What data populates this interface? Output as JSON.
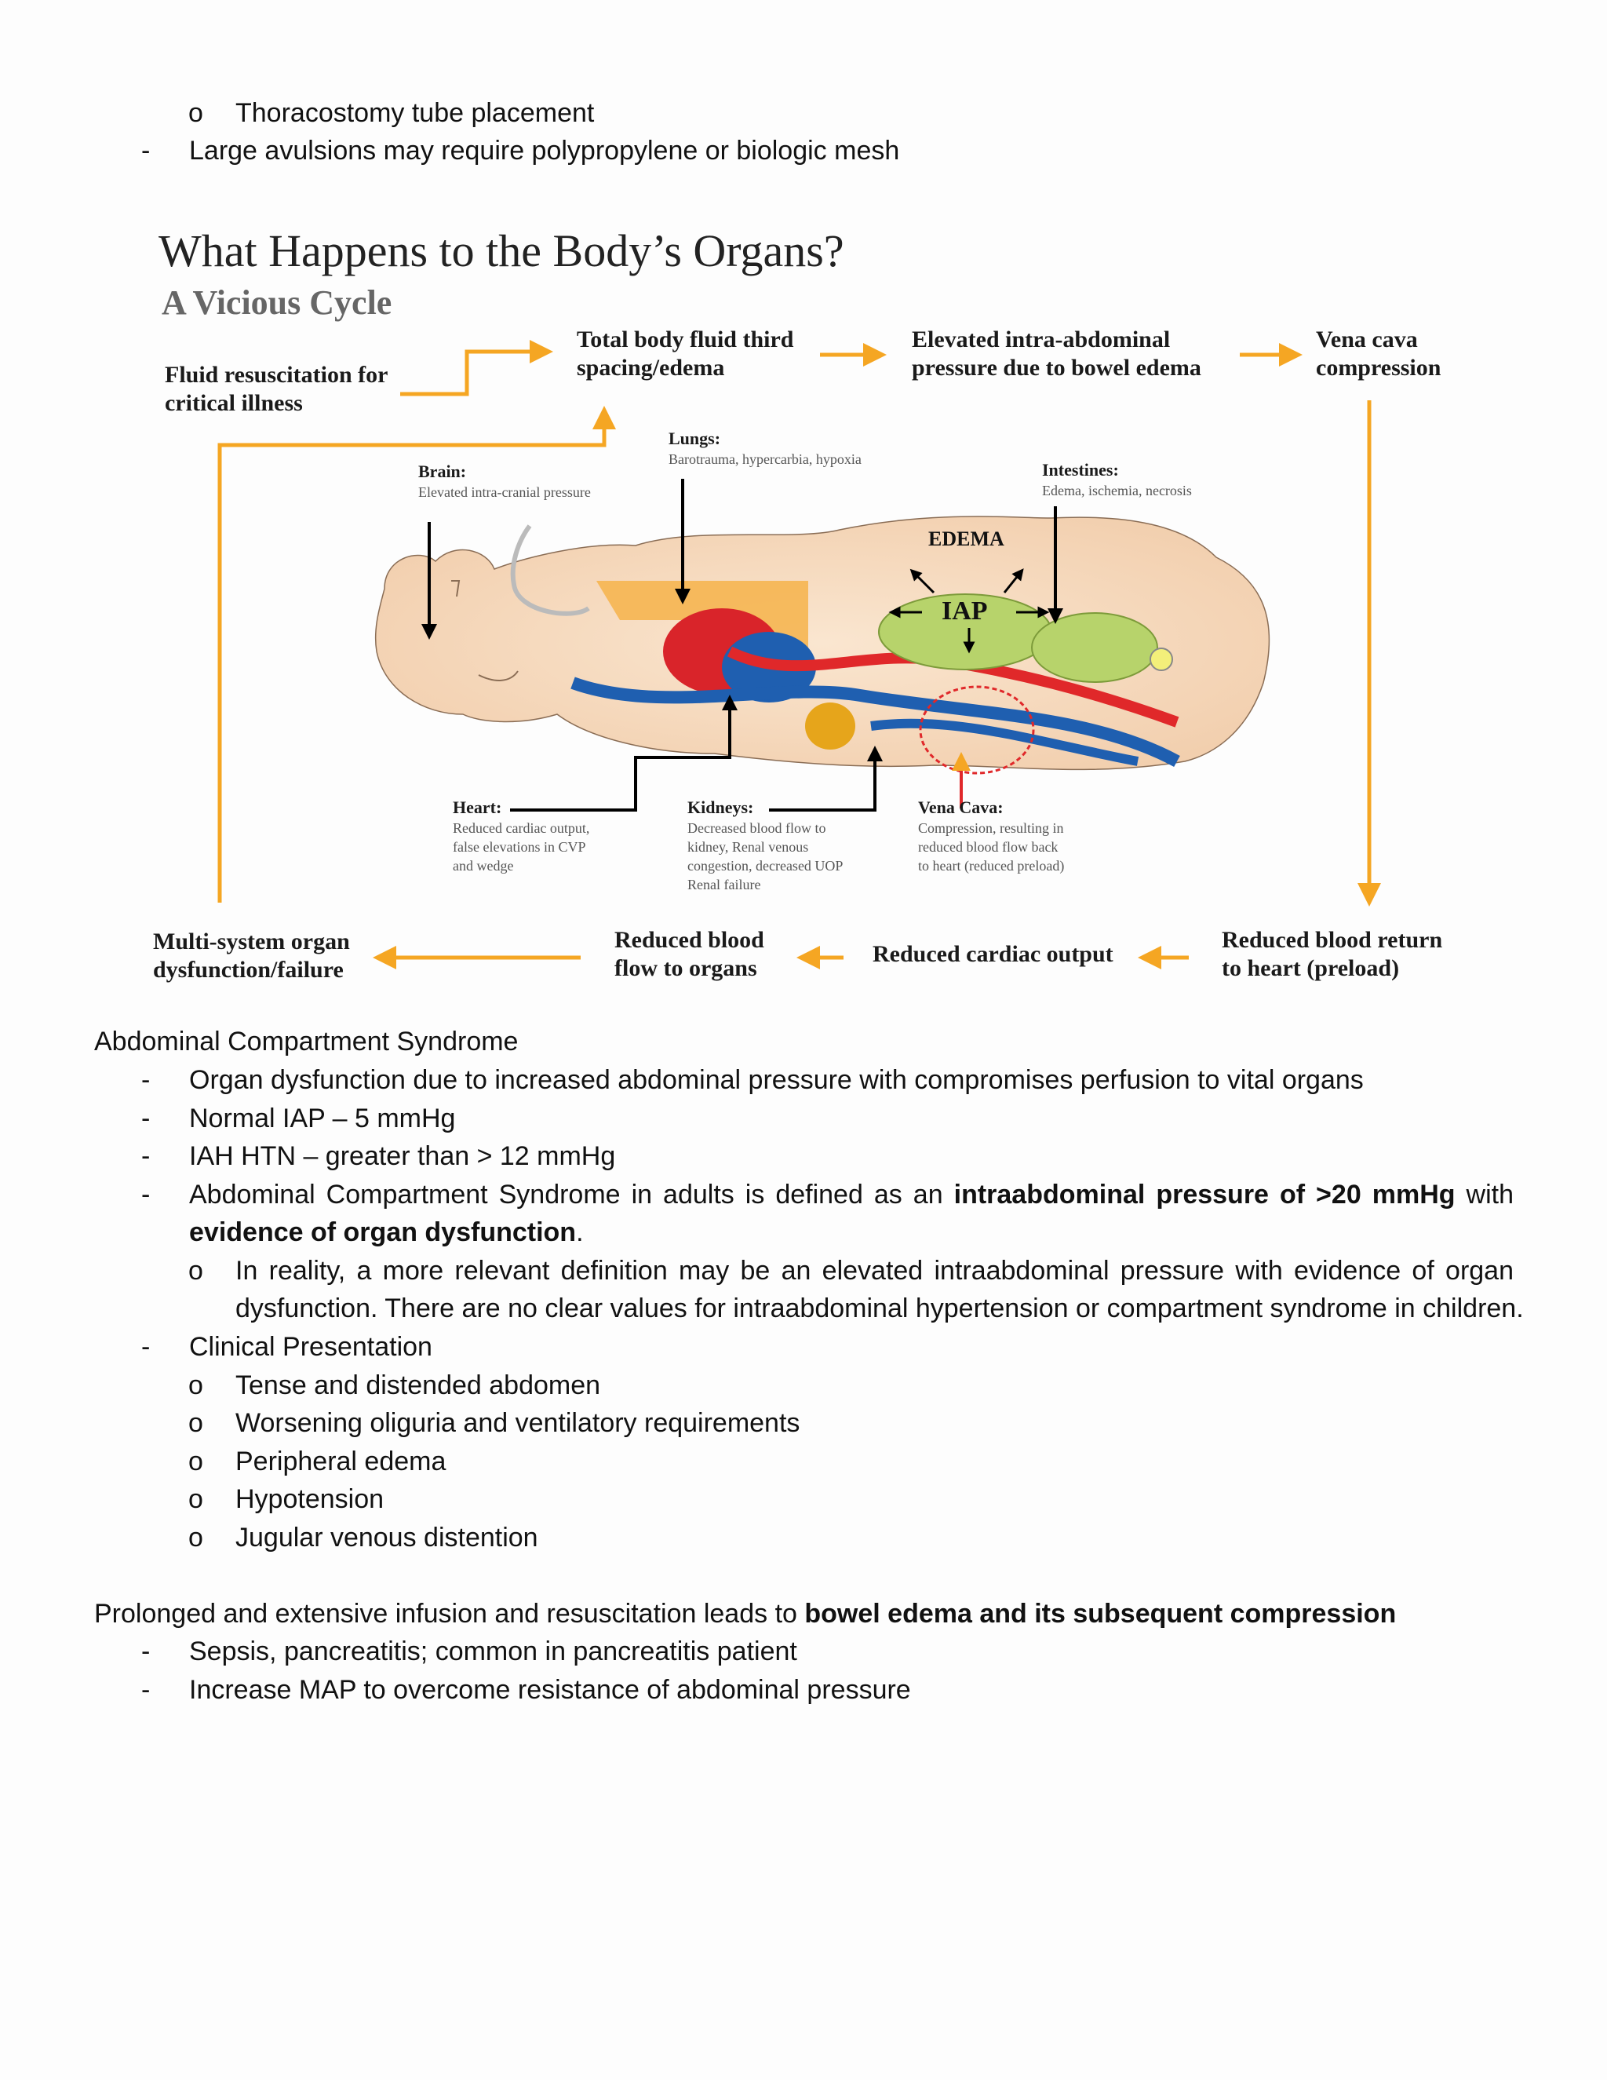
{
  "top": {
    "sub_item": "Thoracostomy tube placement",
    "item": "Large avulsions may require polypropylene or biologic mesh"
  },
  "figure": {
    "title": "What Happens to the Body’s Organs?",
    "subtitle": "A Vicious Cycle",
    "steps": {
      "fluid": "Fluid resuscitation for\ncritical illness",
      "third_spacing": "Total body fluid third\nspacing/edema",
      "iap": "Elevated intra-abdominal\npressure due to bowel edema",
      "vena_cava": "Vena cava\ncompression",
      "preload": "Reduced blood return\nto heart (preload)",
      "cardiac_output": "Reduced cardiac output",
      "blood_flow": "Reduced blood\nflow to organs",
      "mods": "Multi-system organ\ndysfunction/failure"
    },
    "organs": {
      "brain_label": "Brain:",
      "brain_desc": "Elevated intra-cranial pressure",
      "lungs_label": "Lungs:",
      "lungs_desc": "Barotrauma, hypercarbia, hypoxia",
      "intestines_label": "Intestines:",
      "intestines_desc": "Edema, ischemia, necrosis",
      "heart_label": "Heart:",
      "heart_desc": "Reduced cardiac output,\nfalse elevations in CVP\nand wedge",
      "kidneys_label": "Kidneys:",
      "kidneys_desc": "Decreased blood flow to\nkidney, Renal venous\ncongestion, decreased UOP\nRenal failure",
      "vena_label": "Vena Cava:",
      "vena_desc": "Compression, resulting in\nreduced blood flow back\nto heart (reduced preload)"
    },
    "inner": {
      "edema": "EDEMA",
      "iap": "IAP"
    },
    "colors": {
      "arrow": "#f5a623",
      "artery": "#e0282a",
      "vein": "#1f5fb0",
      "skin": "#f7dcc0",
      "bowel": "#b7d36b"
    }
  },
  "acs": {
    "heading": "Abdominal Compartment Syndrome",
    "b1": "Organ dysfunction due to increased abdominal pressure with compromises perfusion to vital organs",
    "b2": "Normal IAP – 5 mmHg",
    "b3": "IAH HTN – greater than > 12 mmHg",
    "b4_pre": "Abdominal Compartment Syndrome in adults is defined as an",
    "b4_bold1": "intraabdominal pressure of >20 mmHg",
    "b4_mid": "with",
    "b4_bold2": "evidence of organ dysfunction",
    "b4_end": ".",
    "sub1_line1": "In reality, a more relevant definition may be an elevated intraabdominal pressure with evidence of organ",
    "sub1_line2": "dysfunction. There are no clear values for intraabdominal hypertension or compartment syndrome in children.",
    "b5": "Clinical Presentation",
    "presentation": [
      "Tense and distended abdomen",
      "Worsening oliguria and ventilatory requirements",
      "Peripheral edema",
      "Hypotension",
      "Jugular venous distention"
    ]
  },
  "bottom": {
    "line_pre": "Prolonged and extensive infusion and resuscitation leads to",
    "line_bold": "bowel edema and its subsequent compression",
    "items": [
      "Sepsis, pancreatitis; common in pancreatitis patient",
      "Increase MAP to overcome resistance of abdominal pressure"
    ]
  },
  "markers": {
    "dash": "-",
    "circle": "o"
  }
}
